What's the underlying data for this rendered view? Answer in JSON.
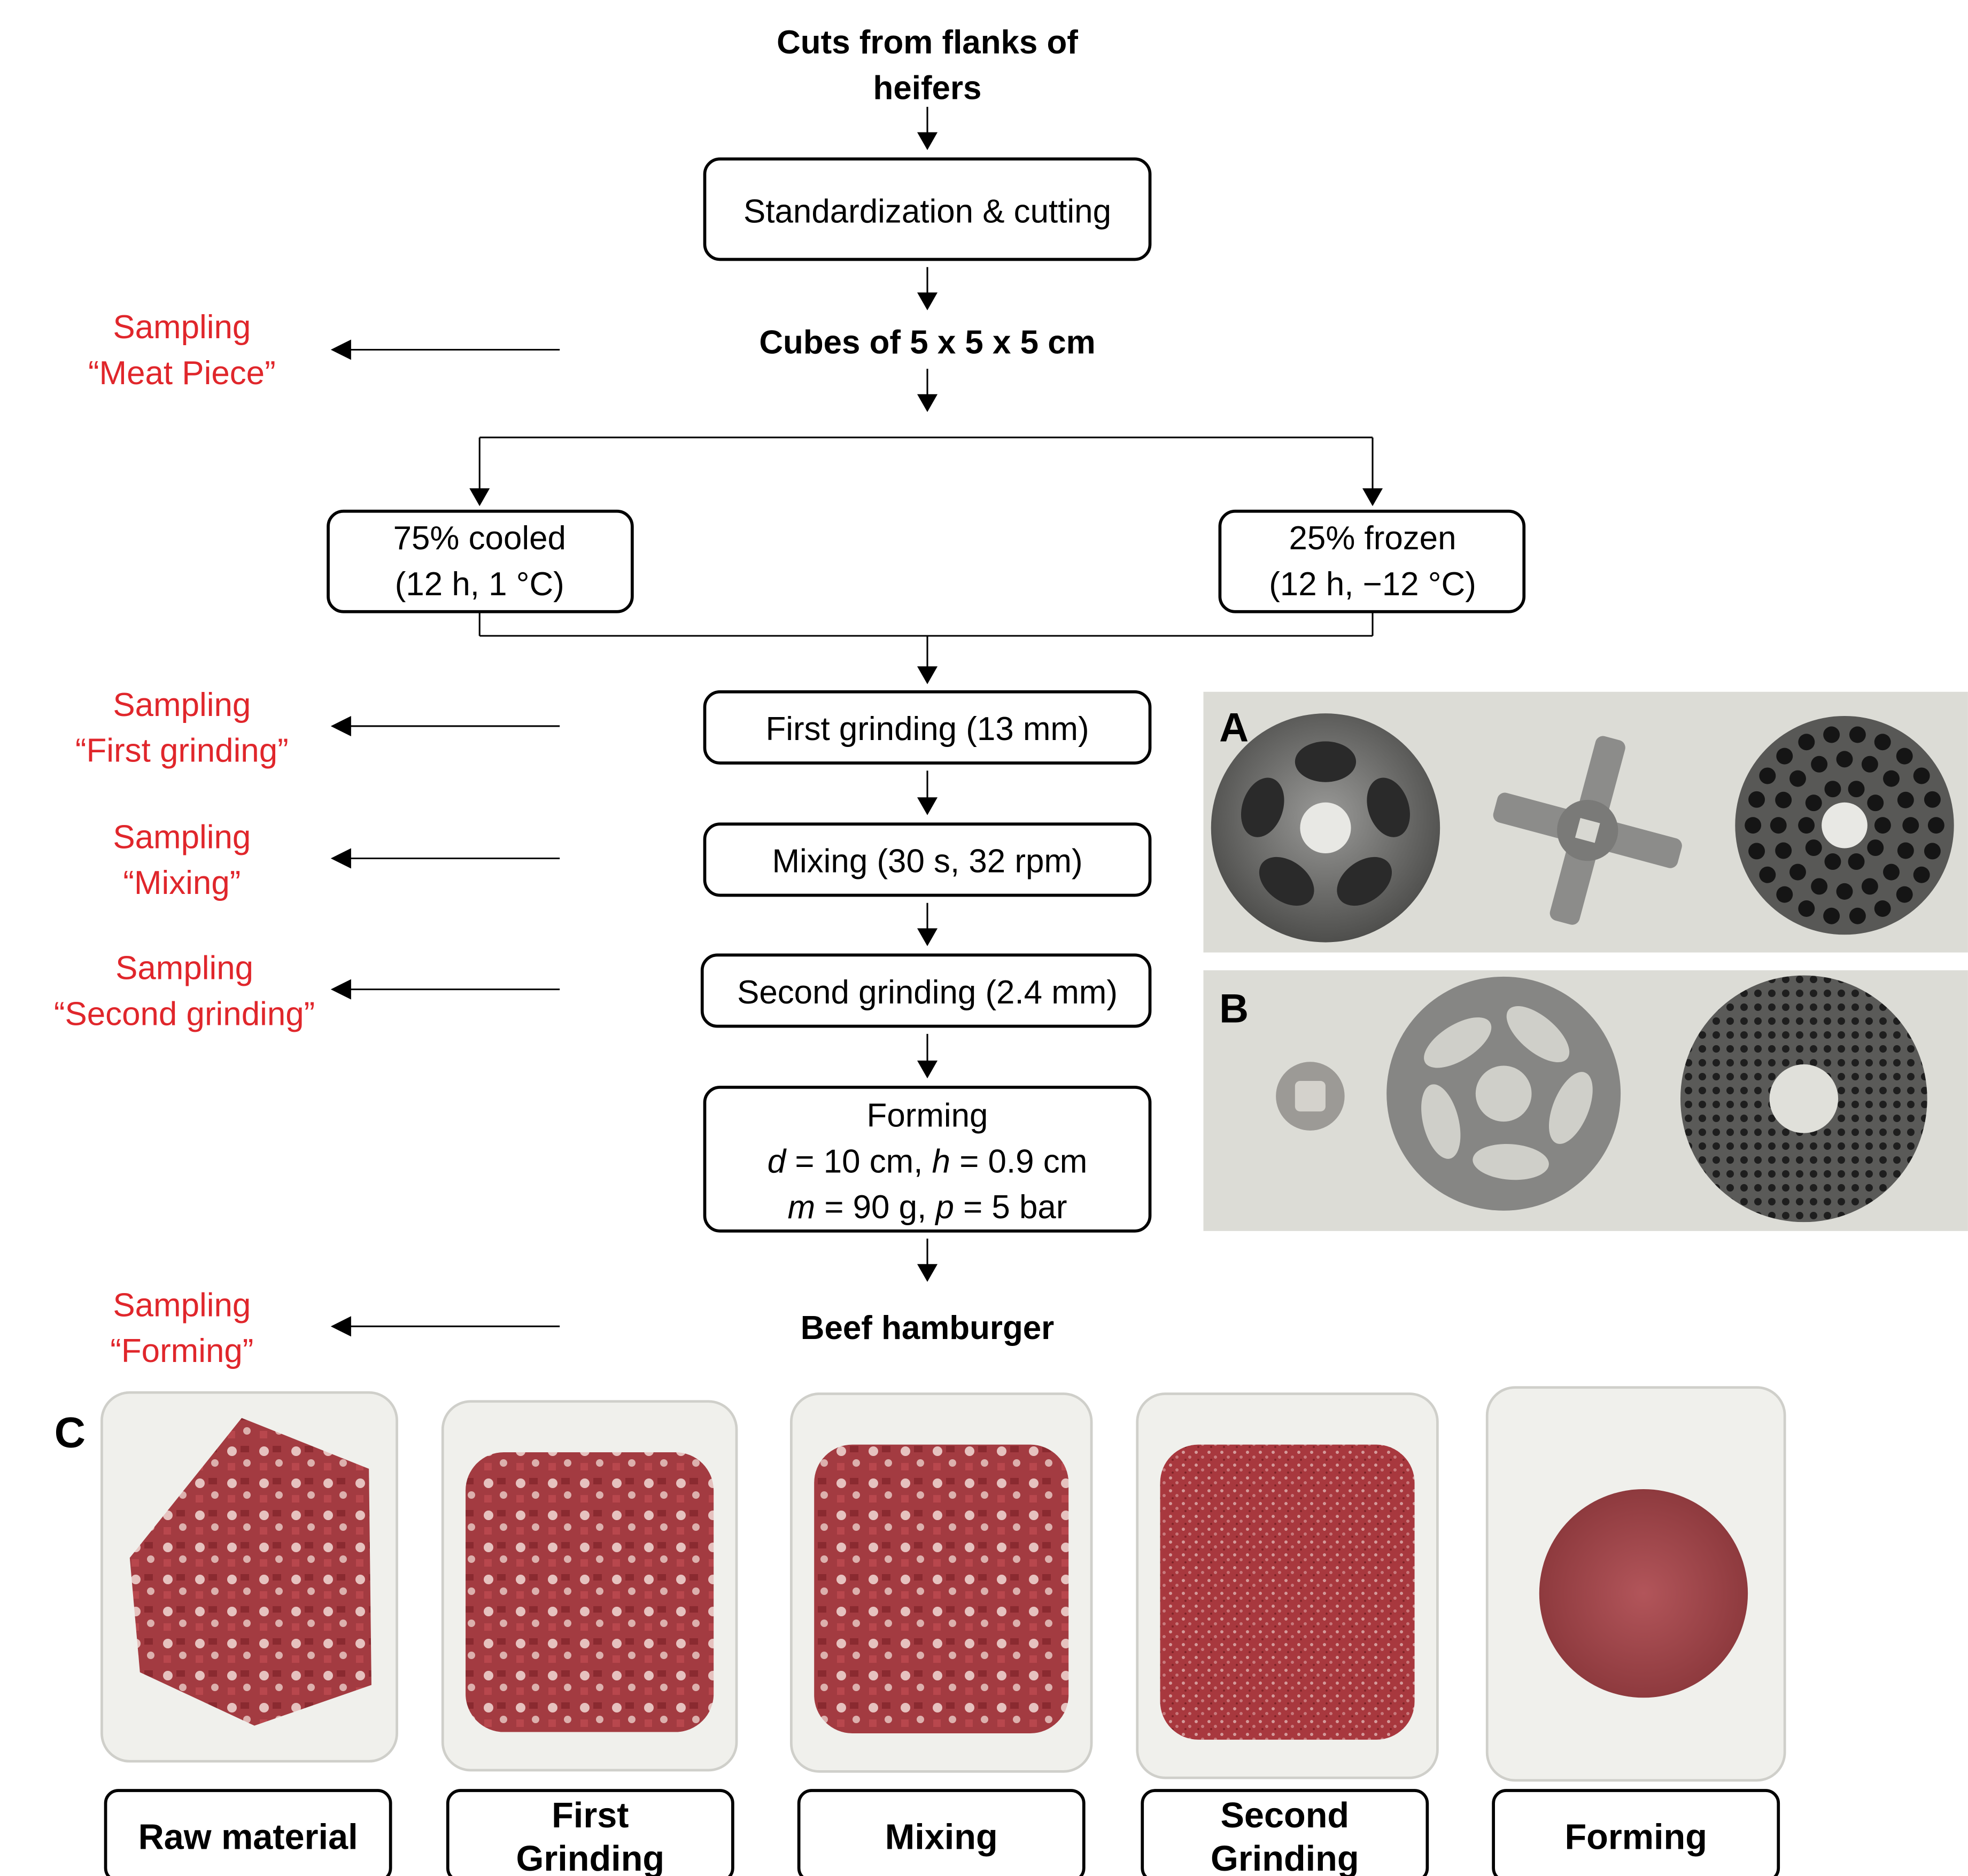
{
  "flow": {
    "start_lines": [
      "Cuts from flanks of",
      "heifers"
    ],
    "standardization": "Standardization & cutting",
    "cubes": "Cubes of 5 x 5 x 5 cm",
    "cooled_lines": [
      "75% cooled",
      "(12 h, 1 °C)"
    ],
    "frozen_lines": [
      "25% frozen",
      "(12 h, −12 °C)"
    ],
    "first_grinding": "First grinding (13 mm)",
    "mixing": "Mixing (30 s, 32 rpm)",
    "second_grinding": "Second grinding (2.4 mm)",
    "forming_title": "Forming",
    "forming_d": "d",
    "forming_d_val": " = 10 cm, ",
    "forming_h": "h",
    "forming_h_val": " = 0.9 cm",
    "forming_m": "m",
    "forming_m_val": " = 90 g, ",
    "forming_p": "p",
    "forming_p_val": " = 5 bar",
    "final": "Beef hamburger"
  },
  "sampling": [
    {
      "line1": "Sampling",
      "line2": "“Meat Piece”"
    },
    {
      "line1": "Sampling",
      "line2": "“First grinding”"
    },
    {
      "line1": "Sampling",
      "line2": "“Mixing”"
    },
    {
      "line1": "Sampling",
      "line2": "“Second grinding”"
    },
    {
      "line1": "Sampling",
      "line2": "“Forming”"
    }
  ],
  "panels": {
    "a": "A",
    "b": "B",
    "c": "C"
  },
  "trays": [
    {
      "lines": [
        "Raw material"
      ]
    },
    {
      "lines": [
        "First",
        "Grinding"
      ]
    },
    {
      "lines": [
        "Mixing"
      ]
    },
    {
      "lines": [
        "Second",
        "Grinding"
      ]
    },
    {
      "lines": [
        "Forming"
      ]
    }
  ],
  "colors": {
    "sampling": "#e0262b",
    "line": "#000000",
    "photo_bg": "#dcdcd6",
    "metal": "#6e6e6c",
    "meat": "#a23a3f",
    "tray": "#f0f0ec"
  }
}
